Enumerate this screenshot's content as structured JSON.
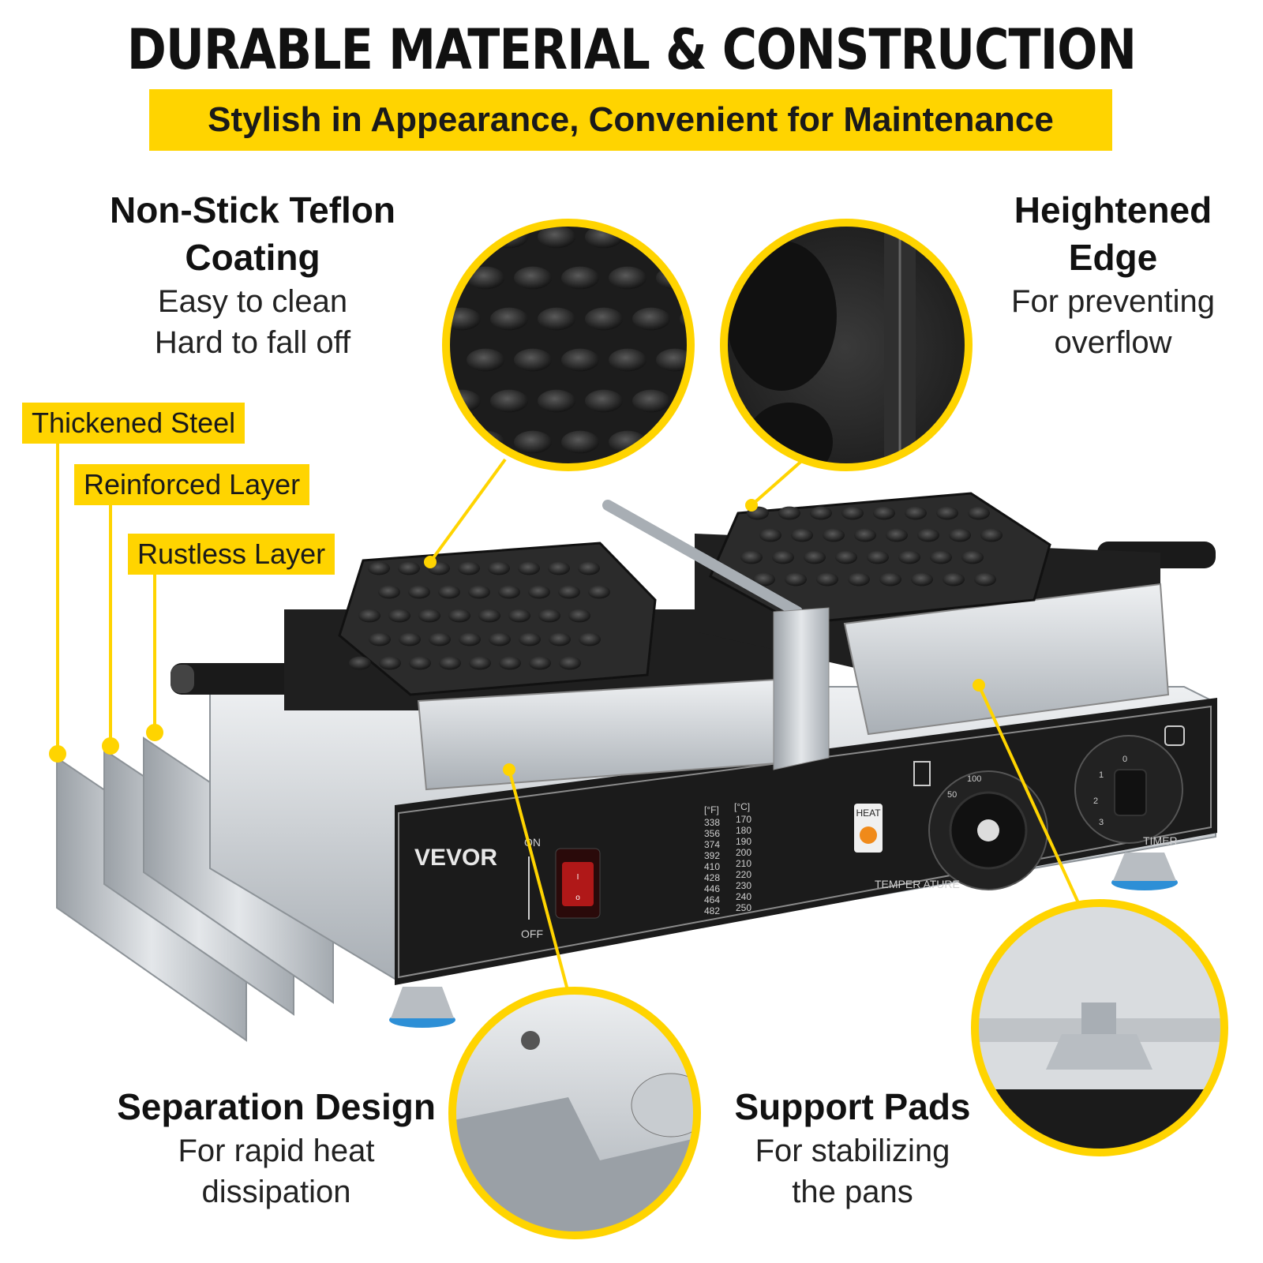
{
  "header": {
    "title": "DURABLE MATERIAL & CONSTRUCTION",
    "subtitle": "Stylish in Appearance, Convenient for Maintenance"
  },
  "features": {
    "nonstick": {
      "heading_line1": "Non-Stick Teflon",
      "heading_line2": "Coating",
      "line1": "Easy to clean",
      "line2": "Hard to fall off"
    },
    "edge": {
      "heading_line1": "Heightened",
      "heading_line2": "Edge",
      "line1": "For preventing",
      "line2": "overflow"
    },
    "separation": {
      "heading": "Separation Design",
      "line1": "For rapid heat",
      "line2": "dissipation"
    },
    "pads": {
      "heading": "Support Pads",
      "line1": "For stabilizing",
      "line2": "the pans"
    }
  },
  "layers": [
    "Thickened Steel",
    "Reinforced Layer",
    "Rustless Layer"
  ],
  "product": {
    "brand": "VEVOR",
    "switch_on": "ON",
    "switch_off": "OFF",
    "heat_label": "HEAT",
    "temperature_label": "TEMPER ATURE",
    "timer_label": "TIMER",
    "fahrenheit_header": "[°F]",
    "celsius_header": "[°C]",
    "fahrenheit": [
      "338",
      "356",
      "374",
      "392",
      "410",
      "428",
      "446",
      "464",
      "482"
    ],
    "celsius": [
      "170",
      "180",
      "190",
      "200",
      "210",
      "220",
      "230",
      "240",
      "250"
    ],
    "temp_dial_marks": [
      "50",
      "100"
    ],
    "timer_dial_marks": [
      "0",
      "1",
      "2",
      "3"
    ]
  },
  "colors": {
    "accent": "#ffd400",
    "panel": "#1b1b1b",
    "steel": "#c9cdd1",
    "plate": "#2a2a2a",
    "pad": "#2d8fd6"
  }
}
